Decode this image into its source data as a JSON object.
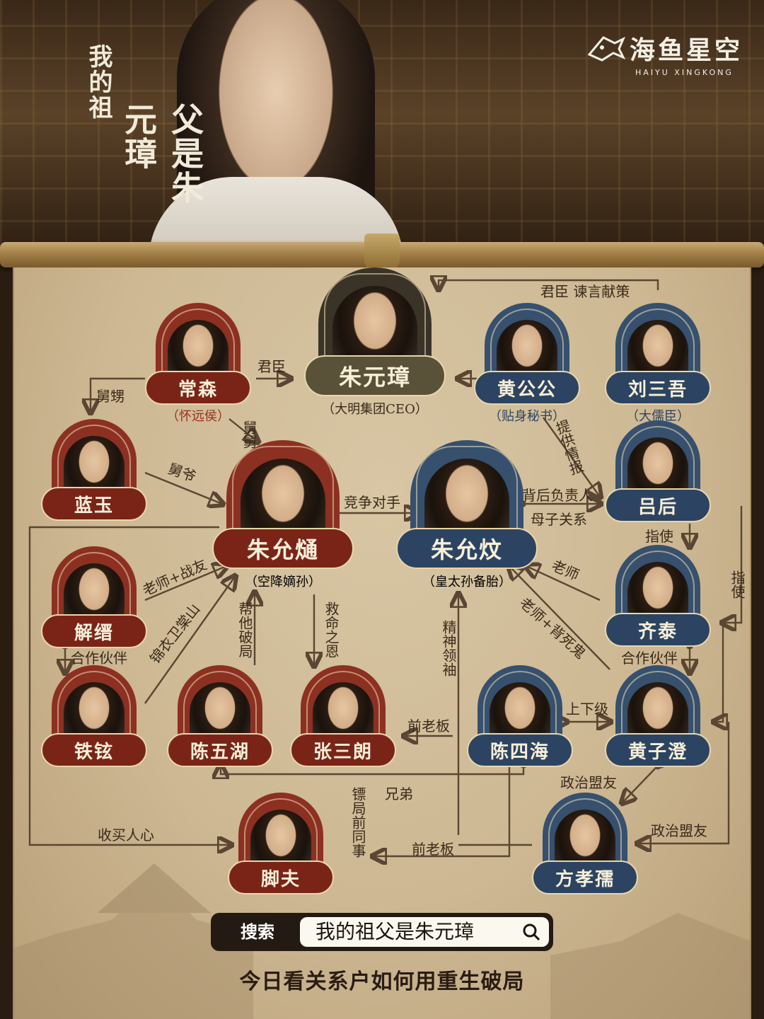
{
  "show_title": {
    "line1": "我的祖",
    "line2": "父是朱元璋"
  },
  "brand": {
    "name": "海鱼星空",
    "sub": "HAIYU XINGKONG"
  },
  "characters": {
    "zhu_yuanzhang": {
      "name": "朱元璋",
      "note": "（大明集团CEO）"
    },
    "chang_sen": {
      "name": "常森",
      "note": "（怀远侯）"
    },
    "huang_gonggong": {
      "name": "黄公公",
      "note": "（贴身秘书）"
    },
    "liu_sanwu": {
      "name": "刘三吾",
      "note": "（大儒臣）"
    },
    "lan_yu": {
      "name": "蓝玉"
    },
    "zhu_yuntong": {
      "name": "朱允熥",
      "note": "（空降嫡孙）"
    },
    "zhu_yunwen": {
      "name": "朱允炆",
      "note": "（皇太孙备胎）"
    },
    "lv_hou": {
      "name": "吕后"
    },
    "xie_jin": {
      "name": "解缙"
    },
    "qi_tai": {
      "name": "齐泰"
    },
    "tie_xuan": {
      "name": "铁铉"
    },
    "chen_wuhu": {
      "name": "陈五湖"
    },
    "zhang_sanlang": {
      "name": "张三朗"
    },
    "chen_sihai": {
      "name": "陈四海"
    },
    "huang_zicheng": {
      "name": "黄子澄"
    },
    "jiao_fu": {
      "name": "脚夫"
    },
    "fang_xiaoru": {
      "name": "方孝孺"
    }
  },
  "relations": {
    "junchen_jianyan": "君臣 谏言献策",
    "junchen": "君臣",
    "jiusheng": "舅甥",
    "jiujiu": "舅舅",
    "jiuye": "舅爷",
    "tigong_qingbao": "提供情报",
    "beihou_fuzeren": "背后负责人",
    "muzi_guanxi": "母子关系",
    "jingzheng_duishou": "竞争对手",
    "zhishi_1": "指使",
    "zhishi_2": "指使",
    "laoshi": "老师",
    "laoshi_zhanyou": "老师+战友",
    "laoshi_beisigui": "老师+背死鬼",
    "hezuo_huoban_1": "合作伙伴",
    "hezuo_huoban_2": "合作伙伴",
    "jinyiwei": "锦衣卫棠山",
    "bangta_poju": "帮他破局",
    "jiuming_zhien": "救命之恩",
    "jingshen_lingxiu": "精神领袖",
    "shangxiaji": "上下级",
    "qian_laoban_1": "前老板",
    "qian_laoban_2": "前老板",
    "xiongdi": "兄弟",
    "biaoju_tongshi": "镖局前同事",
    "shoumai_renxin": "收买人心",
    "zhengzhi_mengyou_1": "政治盟友",
    "zhengzhi_mengyou_2": "政治盟友"
  },
  "search": {
    "label": "搜索",
    "query": "我的祖父是朱元璋"
  },
  "tagline": "今日看关系户如何用重生破局",
  "colors": {
    "red_frame": "#8c3022",
    "blue_frame": "#36506e",
    "parchment": "#cdb893",
    "ink": "#3a2a1a"
  }
}
